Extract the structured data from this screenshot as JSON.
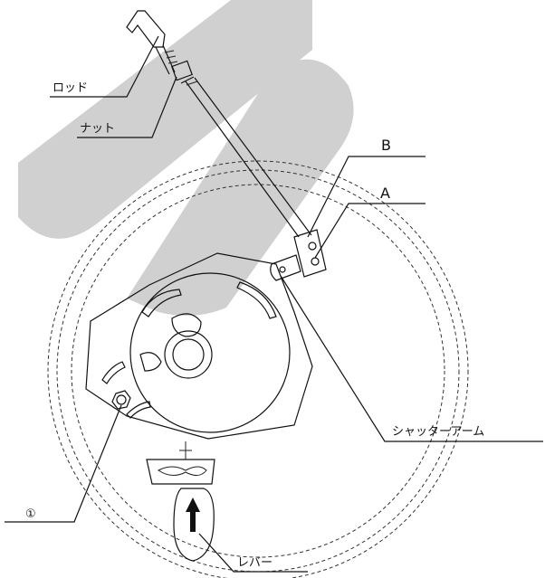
{
  "labels": {
    "rod": "ロッド",
    "nut": "ナット",
    "b": "B",
    "a": "A",
    "shutter_arm": "シャッターアーム",
    "circled_1": "①",
    "lever": "レバー"
  },
  "colors": {
    "watermark": "#c8c8c8",
    "ink": "#111111",
    "background": "#ffffff"
  }
}
